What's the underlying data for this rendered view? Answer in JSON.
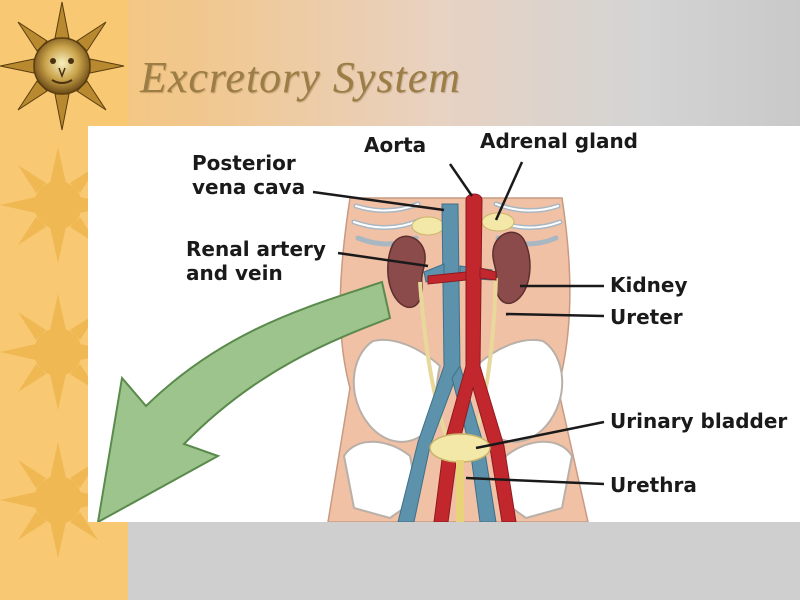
{
  "slide": {
    "title": "Excretory System"
  },
  "diagram": {
    "labels": {
      "posterior_vena_cava_line1": "Posterior",
      "posterior_vena_cava_line2": "vena cava",
      "aorta": "Aorta",
      "adrenal_gland": "Adrenal gland",
      "renal_line1": "Renal artery",
      "renal_line2": "and vein",
      "kidney": "Kidney",
      "ureter": "Ureter",
      "urinary_bladder": "Urinary bladder",
      "urethra": "Urethra"
    }
  },
  "colors": {
    "theme_orange": "#f8c873",
    "title_brown": "#9b7d45",
    "body_skin": "#f1c1a6",
    "vein_blue": "#5d92ad",
    "artery_red": "#c1272d",
    "kidney_maroon": "#8a4b4a",
    "arrow_green": "#9dc48d"
  },
  "icons": {
    "sun": "sun-face-icon",
    "arrow": "curved-arrow-icon"
  }
}
